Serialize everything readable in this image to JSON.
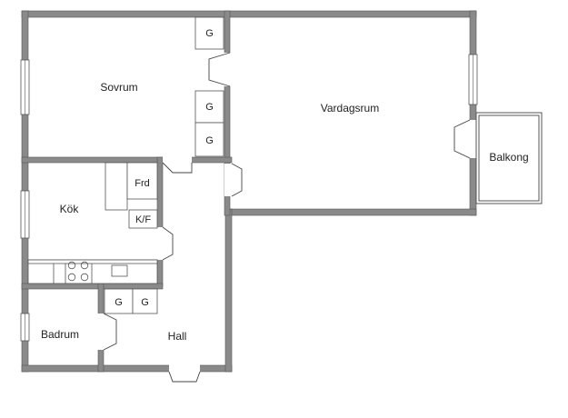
{
  "rooms": {
    "sovrum": "Sovrum",
    "vardagsrum": "Vardagsrum",
    "balkong": "Balkong",
    "kok": "Kök",
    "badrum": "Badrum",
    "hall": "Hall"
  },
  "fixtures": {
    "wardrobe": "G",
    "pantry": "Frd",
    "fridge_freezer": "K/F"
  },
  "colors": {
    "wall": "#888888",
    "wall_edge": "#555555",
    "line": "#444444"
  }
}
